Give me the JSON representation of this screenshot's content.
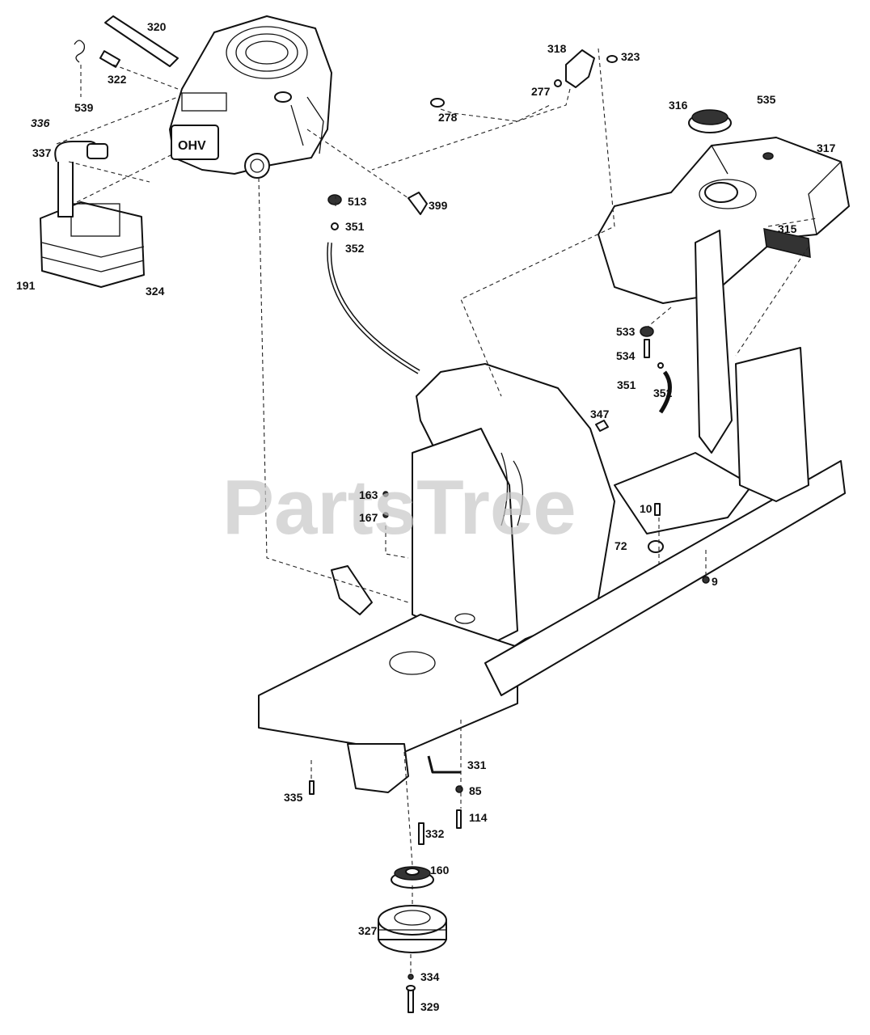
{
  "watermark": "PartsTree",
  "engine_badge": "OHV",
  "parts": [
    {
      "id": "320"
    },
    {
      "id": "539"
    },
    {
      "id": "322"
    },
    {
      "id": "336"
    },
    {
      "id": "337"
    },
    {
      "id": "191"
    },
    {
      "id": "324"
    },
    {
      "id": "318"
    },
    {
      "id": "323"
    },
    {
      "id": "277"
    },
    {
      "id": "278"
    },
    {
      "id": "316"
    },
    {
      "id": "535"
    },
    {
      "id": "317"
    },
    {
      "id": "513"
    },
    {
      "id": "399"
    },
    {
      "id": "351"
    },
    {
      "id": "352"
    },
    {
      "id": "315"
    },
    {
      "id": "533"
    },
    {
      "id": "534"
    },
    {
      "id": "351"
    },
    {
      "id": "352"
    },
    {
      "id": "347"
    },
    {
      "id": "163"
    },
    {
      "id": "167"
    },
    {
      "id": "10"
    },
    {
      "id": "72"
    },
    {
      "id": "9"
    },
    {
      "id": "331"
    },
    {
      "id": "85"
    },
    {
      "id": "335"
    },
    {
      "id": "114"
    },
    {
      "id": "332"
    },
    {
      "id": "160"
    },
    {
      "id": "327"
    },
    {
      "id": "334"
    },
    {
      "id": "329"
    }
  ]
}
